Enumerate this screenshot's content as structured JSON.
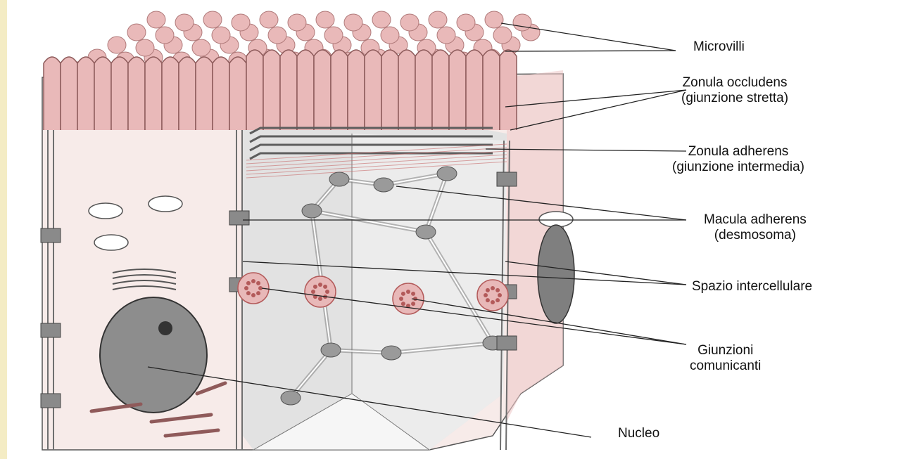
{
  "colors": {
    "strip": "#f4ecc4",
    "cell_fill": "#f7ebe9",
    "cell_pink": "#efcaca",
    "microvilli": "#e9b9b9",
    "membrane": "#6f6f6f",
    "interior": "#e2e2e2",
    "leader": "#222222",
    "desmosome": "#9a9a9a",
    "gap_junction": "#b35a5a",
    "fibers": "#c86a6a"
  },
  "labels": {
    "microvilli": "Microvilli",
    "zonula_occludens": [
      "Zonula occludens",
      "(giunzione stretta)"
    ],
    "zonula_adherens": [
      "Zonula adherens",
      "(giunzione intermedia)"
    ],
    "macula_adherens": [
      "Macula adherens",
      "(desmosoma)"
    ],
    "spazio": "Spazio intercellulare",
    "giunzioni": [
      "Giunzioni",
      "comunicanti"
    ],
    "nucleo": "Nucleo"
  }
}
